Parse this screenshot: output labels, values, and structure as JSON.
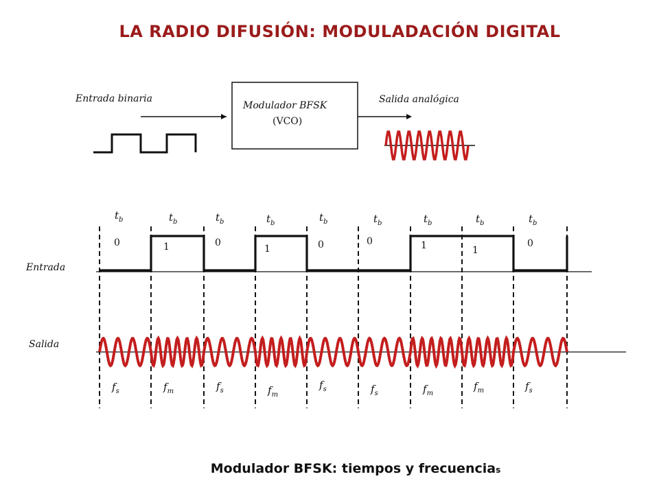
{
  "title": "LA RADIO DIFUSIÓN: MODULADACIÓN DIGITAL",
  "block_diagram": {
    "input_label": "Entrada binaria",
    "modulator_line1": "Modulador BFSK",
    "modulator_line2": "(VCO)",
    "output_label": "Salida analógica"
  },
  "timing": {
    "input_row_label": "Entrada",
    "output_row_label": "Salida",
    "bit_period_symbol": "t",
    "bit_period_sub": "b",
    "bits": [
      "0",
      "1",
      "0",
      "1",
      "0",
      "0",
      "1",
      "1",
      "0"
    ],
    "freqs": [
      {
        "sym": "f",
        "sub": "s"
      },
      {
        "sym": "f",
        "sub": "m"
      },
      {
        "sym": "f",
        "sub": "s"
      },
      {
        "sym": "f",
        "sub": "m"
      },
      {
        "sym": "f",
        "sub": "s"
      },
      {
        "sym": "f",
        "sub": "s"
      },
      {
        "sym": "f",
        "sub": "m"
      },
      {
        "sym": "f",
        "sub": "m"
      },
      {
        "sym": "f",
        "sub": "s"
      }
    ]
  },
  "caption_main": "Modulador BFSK: tiempos y frecuencia",
  "caption_tail": "s",
  "colors": {
    "title": "#9b1b1b",
    "wave": "#c41e1e"
  }
}
